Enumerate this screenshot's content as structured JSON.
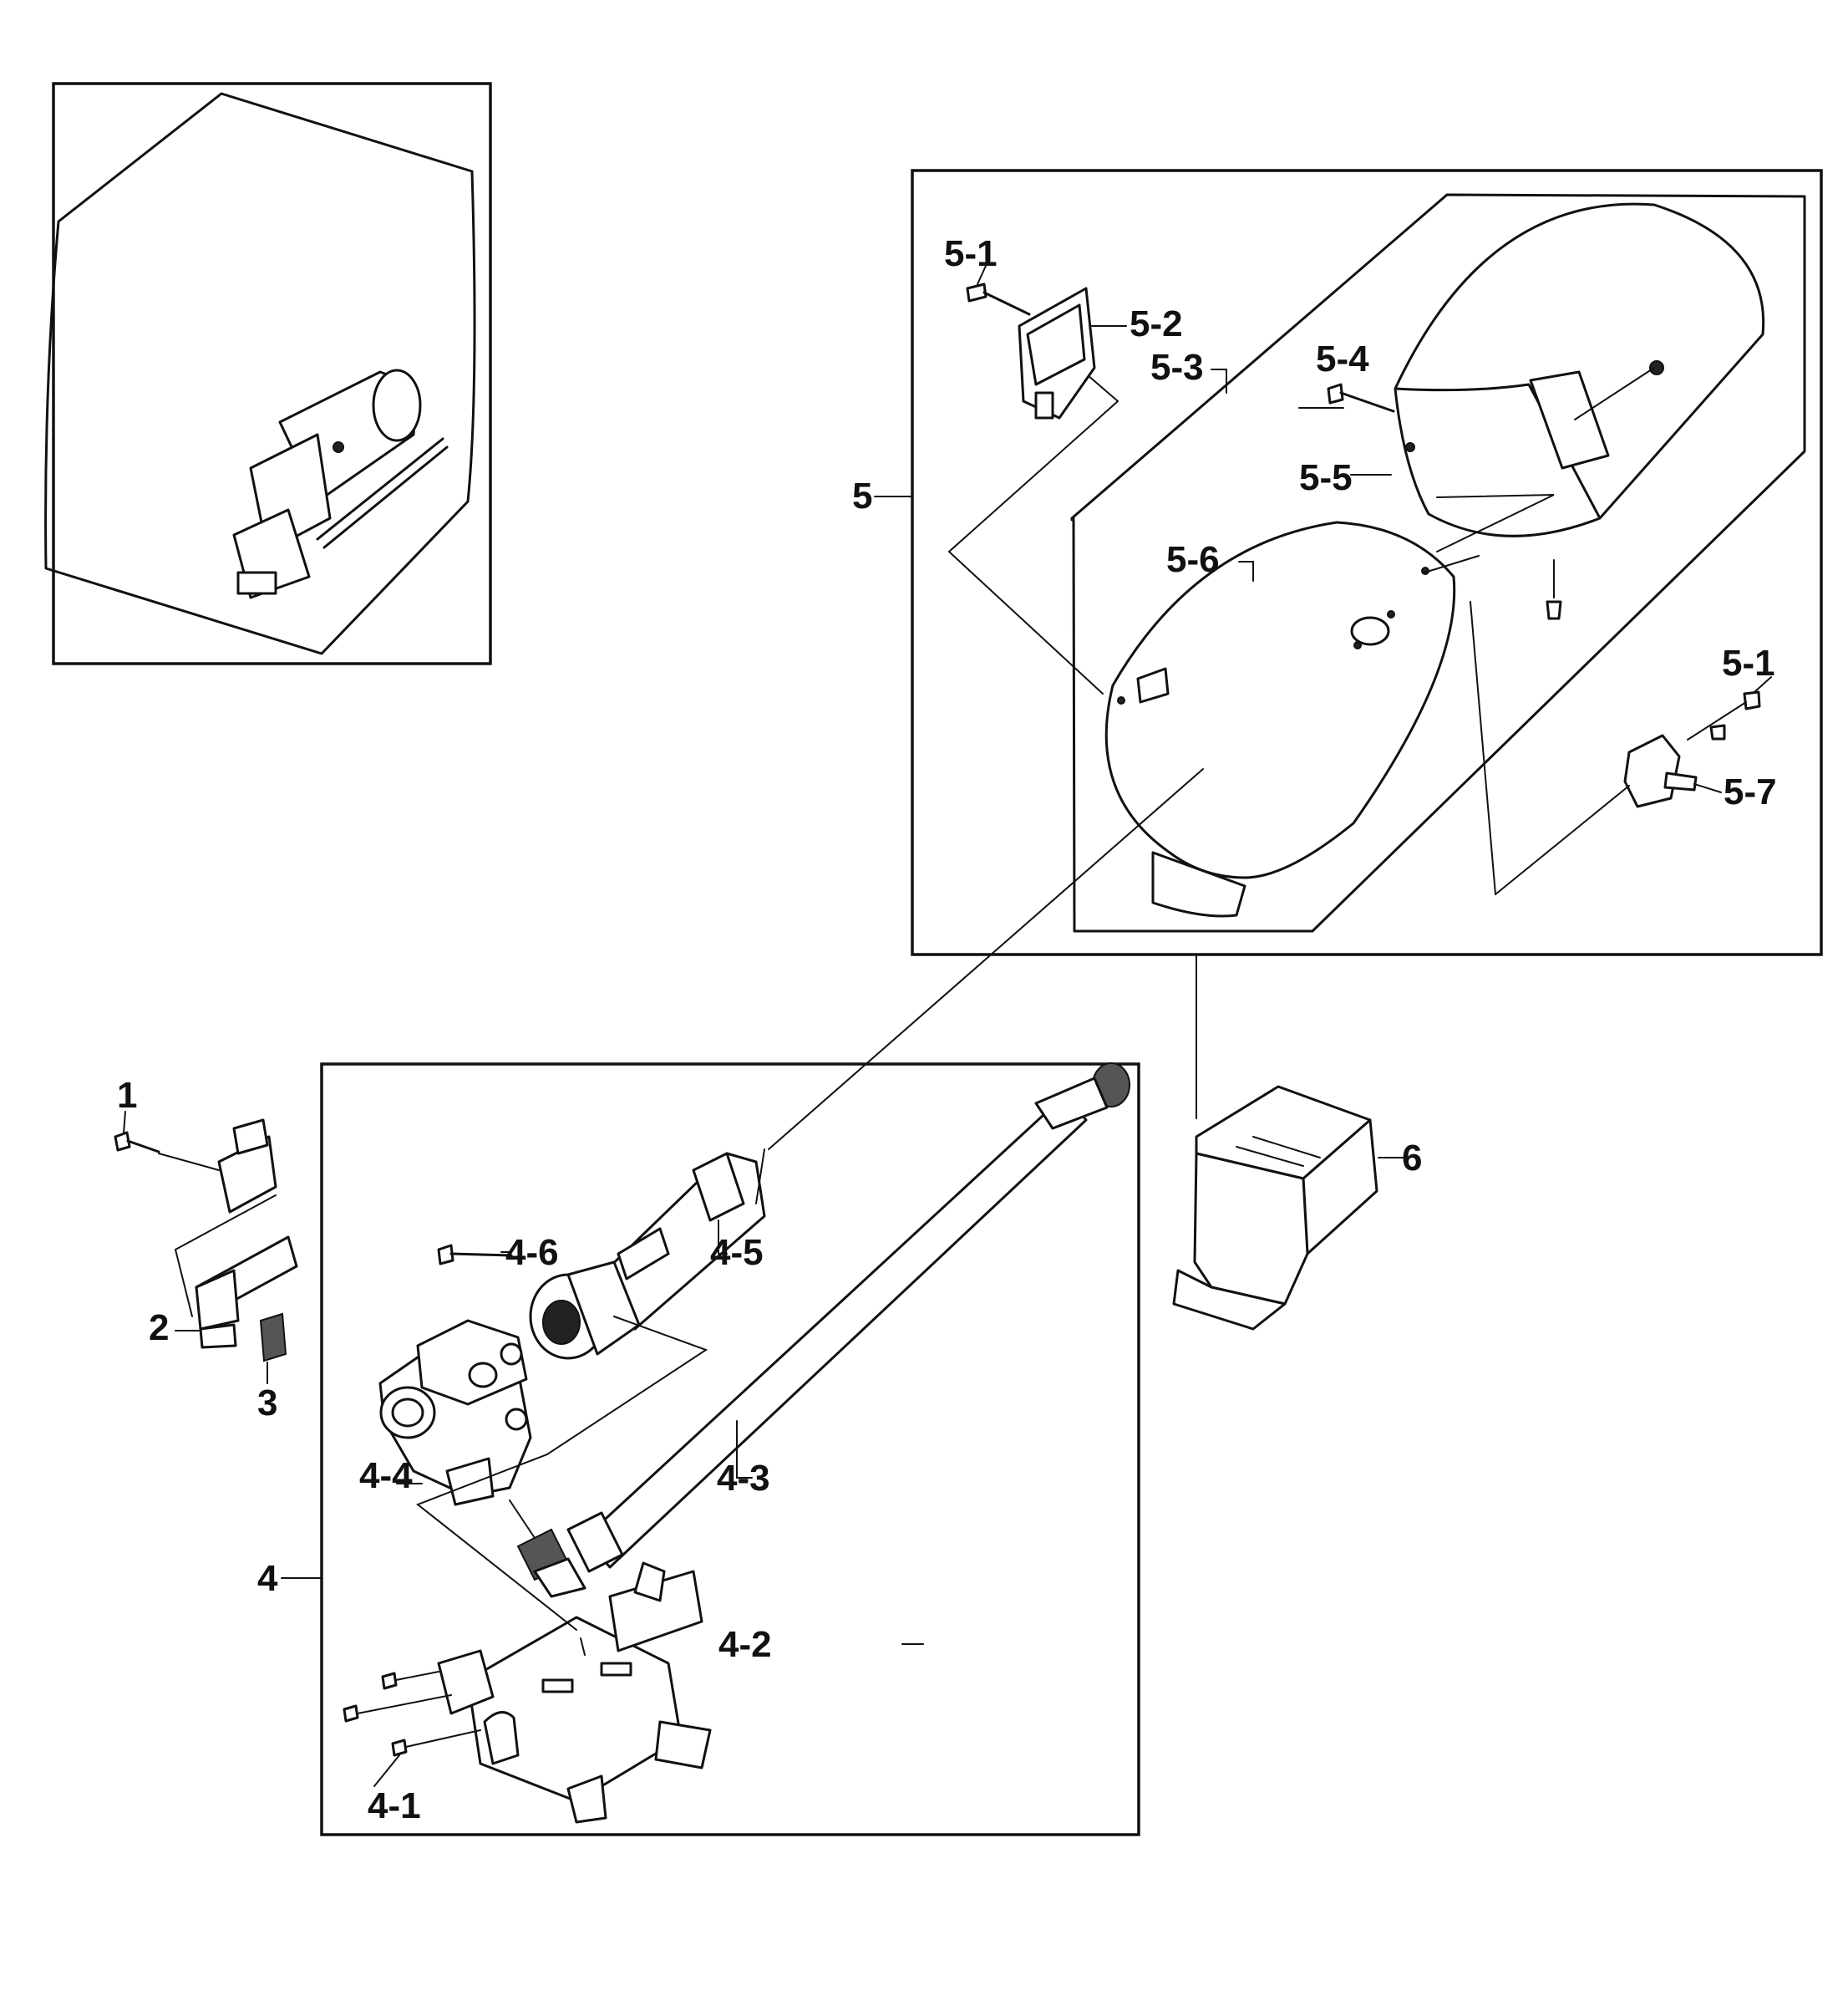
{
  "labels": {
    "p1": "1",
    "p2": "2",
    "p3": "3",
    "p4": "4",
    "p4_1": "4-1",
    "p4_2": "4-2",
    "p4_3": "4-3",
    "p4_4": "4-4",
    "p4_5": "4-5",
    "p4_6": "4-6",
    "p5": "5",
    "p5_1_top": "5-1",
    "p5_1_right": "5-1",
    "p5_2": "5-2",
    "p5_3": "5-3",
    "p5_4": "5-4",
    "p5_5": "5-5",
    "p5_6": "5-6",
    "p5_7": "5-7",
    "p6": "6"
  }
}
